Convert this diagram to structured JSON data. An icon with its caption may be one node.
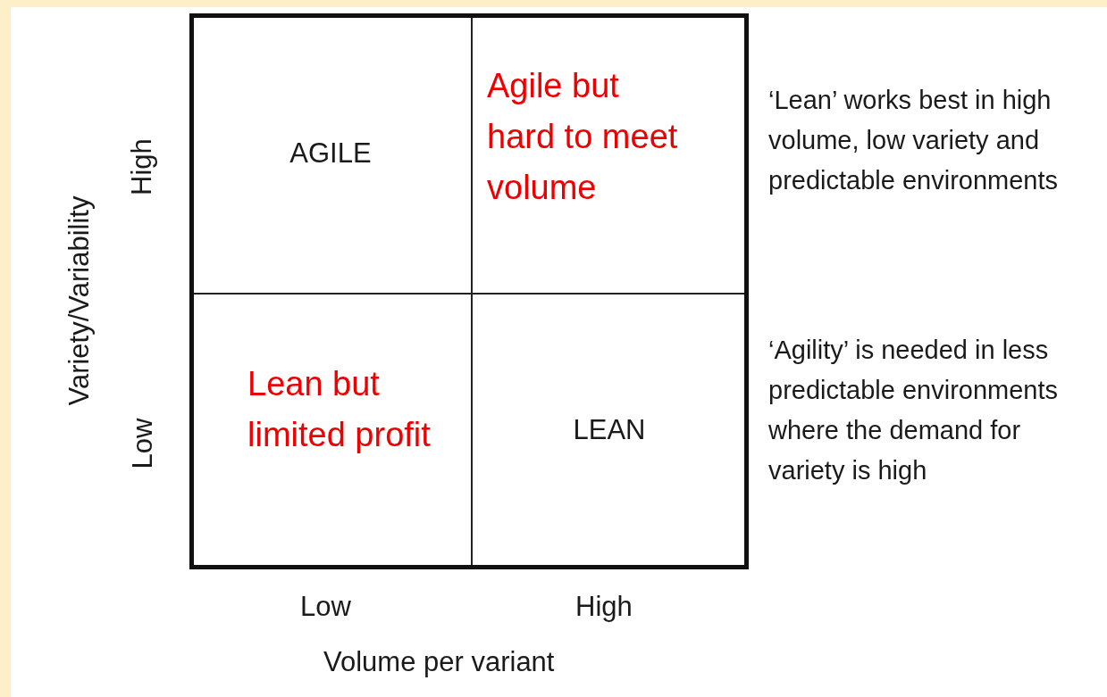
{
  "diagram": {
    "nodes": [
      {
        "text": [
          "AGILE"
        ]
      },
      {
        "text": [
          "Agile but hard to meet volume"
        ]
      },
      {
        "text": [
          "Lean but limited profit"
        ]
      },
      {
        "text": [
          "LEAN"
        ]
      }
    ],
    "labels": [
      "High",
      "Low",
      "Variety/Variability",
      "Low",
      "High",
      "Volume per variant",
      "‘Lean’ works best in high volume, low variety and predictable environments",
      "‘Agility’ is needed in less predictable environments where the demand for variety is high"
    ]
  }
}
